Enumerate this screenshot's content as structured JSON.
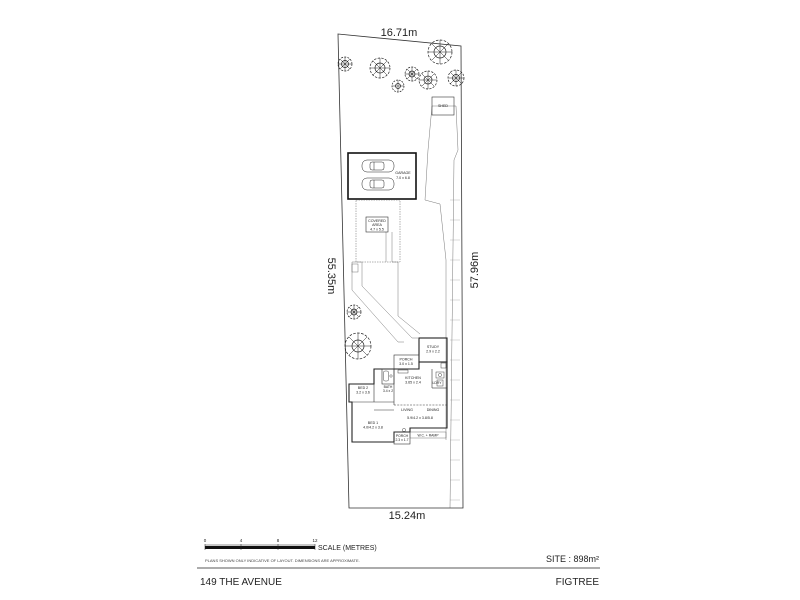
{
  "site": {
    "dimensions": {
      "top": "16.71m",
      "left": "55.35m",
      "right": "57.96m",
      "bottom": "15.24m"
    },
    "area_label": "SITE : 898m²"
  },
  "rooms": {
    "shed": "SHED",
    "garage": {
      "name": "GARAGE",
      "size": "7.0 x 6.8"
    },
    "covered_area": {
      "name_line1": "COVERED",
      "name_line2": "AREA",
      "size": "4.7 x 5.5"
    },
    "study": {
      "name": "STUDY",
      "size": "2.9 x 2.2"
    },
    "porch_upper": {
      "name": "PORCH",
      "size": "3.0 x 1.5"
    },
    "kitchen": {
      "name": "KITCHEN",
      "size": "3.65 x 2.4"
    },
    "bath": {
      "name": "BATH",
      "size": "3.4 x 2"
    },
    "laundry": "LDRY",
    "bed2": {
      "name": "BED 2",
      "size": "3.2 x 3.6"
    },
    "living": "LIVING",
    "dining": "DINING",
    "living_dining_size": "5.9/4.2 x 3.8/5.8",
    "bed1": {
      "name": "BED 1",
      "size": "4.0/4.2 x 3.8"
    },
    "porch_lower": {
      "name": "PORCH",
      "size": "2.3 x 1.7"
    },
    "ramp": "W.C. + RAMP"
  },
  "scale": {
    "ticks": [
      "0",
      "4",
      "8",
      "12"
    ],
    "label": "SCALE (METRES)",
    "disclaimer": "PLANS SHOWN ONLY INDICATIVE OF LAYOUT.   DIMENSIONS ARE APPROXIMATE."
  },
  "footer": {
    "address": "149 THE AVENUE",
    "suburb": "FIGTREE"
  },
  "colors": {
    "line": "#222222",
    "background": "#ffffff"
  }
}
